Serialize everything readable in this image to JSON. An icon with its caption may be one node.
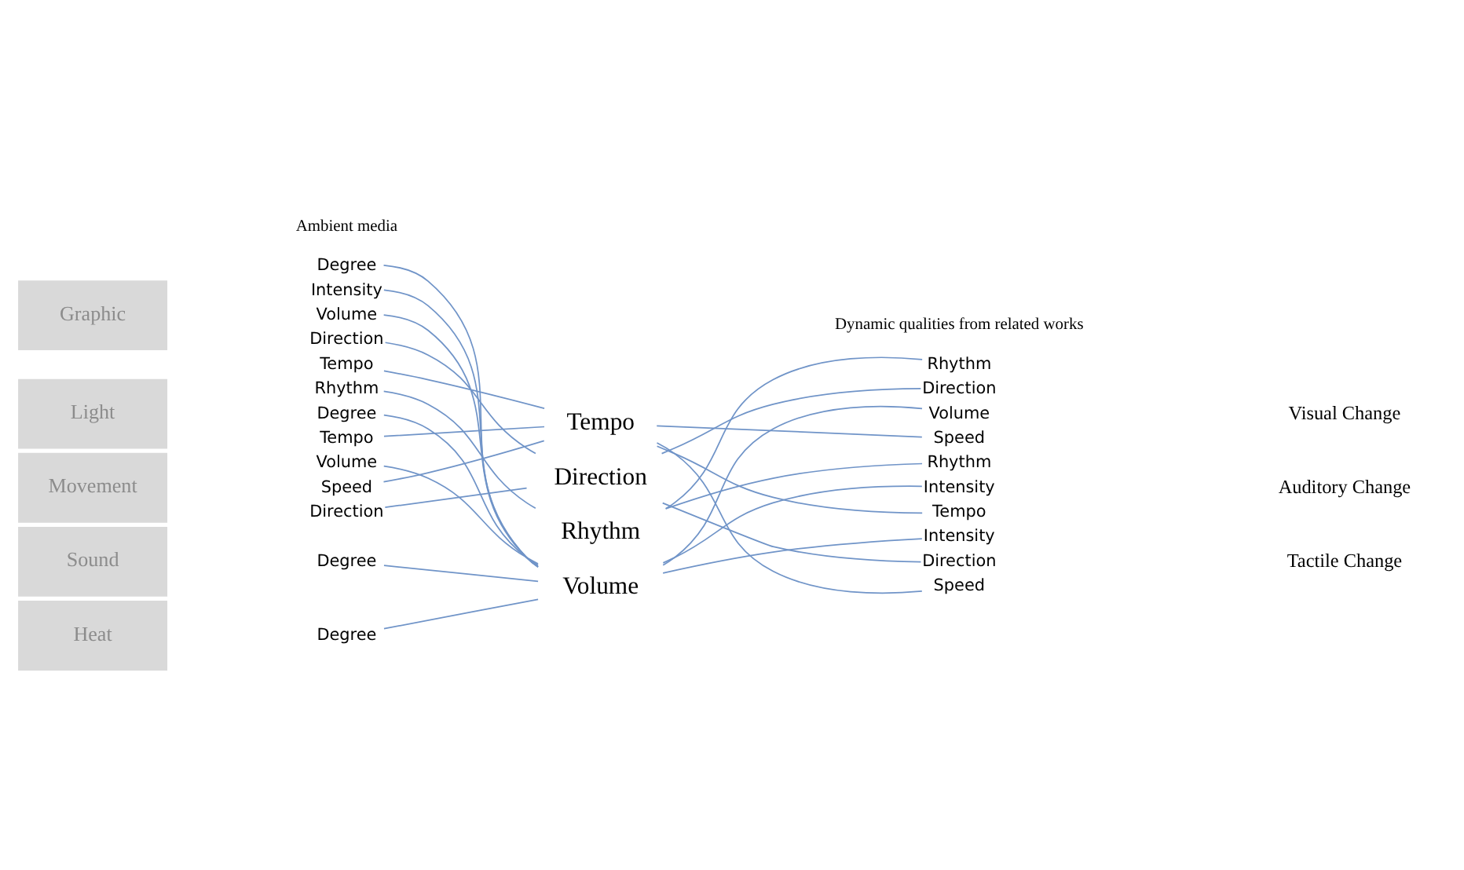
{
  "diagram": {
    "nodes": [
      {
        "text": [
          "Graphic"
        ]
      },
      {
        "text": [
          "Light"
        ]
      },
      {
        "text": [
          "Movement"
        ]
      },
      {
        "text": [
          "Sound"
        ]
      },
      {
        "text": [
          "Heat"
        ]
      },
      {
        "text": [
          "Degree"
        ]
      },
      {
        "text": [
          "Intensity"
        ]
      },
      {
        "text": [
          "Volume"
        ]
      },
      {
        "text": [
          "Direction"
        ]
      },
      {
        "text": [
          "Tempo"
        ]
      },
      {
        "text": [
          "Rhythm"
        ]
      },
      {
        "text": [
          "Degree"
        ]
      },
      {
        "text": [
          "Tempo"
        ]
      },
      {
        "text": [
          "Volume"
        ]
      },
      {
        "text": [
          "Speed"
        ]
      },
      {
        "text": [
          "Direction"
        ]
      },
      {
        "text": [
          "Degree"
        ]
      },
      {
        "text": [
          "Degree"
        ]
      },
      {
        "text": [
          "Tempo"
        ]
      },
      {
        "text": [
          "Direction"
        ]
      },
      {
        "text": [
          "Rhythm"
        ]
      },
      {
        "text": [
          "Volume"
        ]
      },
      {
        "text": [
          "Rhythm"
        ]
      },
      {
        "text": [
          "Direction"
        ]
      },
      {
        "text": [
          "Volume"
        ]
      },
      {
        "text": [
          "Speed"
        ]
      },
      {
        "text": [
          "Rhythm"
        ]
      },
      {
        "text": [
          "Intensity"
        ]
      },
      {
        "text": [
          "Tempo"
        ]
      },
      {
        "text": [
          "Intensity"
        ]
      },
      {
        "text": [
          "Direction"
        ]
      },
      {
        "text": [
          "Speed"
        ]
      },
      {
        "text": [
          "Visual Change"
        ]
      },
      {
        "text": [
          "Auditory Change"
        ]
      },
      {
        "text": [
          "Tactile Change"
        ]
      }
    ],
    "edges": [
      {
        "from": 5,
        "to": 21,
        "arrow": "none"
      },
      {
        "from": 6,
        "to": 21,
        "arrow": "none"
      },
      {
        "from": 7,
        "to": 21,
        "arrow": "none"
      },
      {
        "from": 8,
        "to": 19,
        "arrow": "none"
      },
      {
        "from": 9,
        "to": 18,
        "arrow": "none"
      },
      {
        "from": 10,
        "to": 20,
        "arrow": "none"
      },
      {
        "from": 11,
        "to": 21,
        "arrow": "none"
      },
      {
        "from": 12,
        "to": 18,
        "arrow": "none"
      },
      {
        "from": 13,
        "to": 21,
        "arrow": "none"
      },
      {
        "from": 14,
        "to": 18,
        "arrow": "none"
      },
      {
        "from": 15,
        "to": 19,
        "arrow": "none"
      },
      {
        "from": 16,
        "to": 21,
        "arrow": "none"
      },
      {
        "from": 17,
        "to": 21,
        "arrow": "none"
      },
      {
        "from": 18,
        "to": 25,
        "arrow": "none"
      },
      {
        "from": 18,
        "to": 28,
        "arrow": "none"
      },
      {
        "from": 18,
        "to": 31,
        "arrow": "none"
      },
      {
        "from": 19,
        "to": 23,
        "arrow": "none"
      },
      {
        "from": 19,
        "to": 30,
        "arrow": "none"
      },
      {
        "from": 20,
        "to": 22,
        "arrow": "none"
      },
      {
        "from": 20,
        "to": 26,
        "arrow": "none"
      },
      {
        "from": 21,
        "to": 24,
        "arrow": "none"
      },
      {
        "from": 21,
        "to": 27,
        "arrow": "none"
      },
      {
        "from": 21,
        "to": 29,
        "arrow": "none"
      }
    ],
    "labels": [
      "Ambient media",
      "Dynamic qualities from related works"
    ]
  }
}
